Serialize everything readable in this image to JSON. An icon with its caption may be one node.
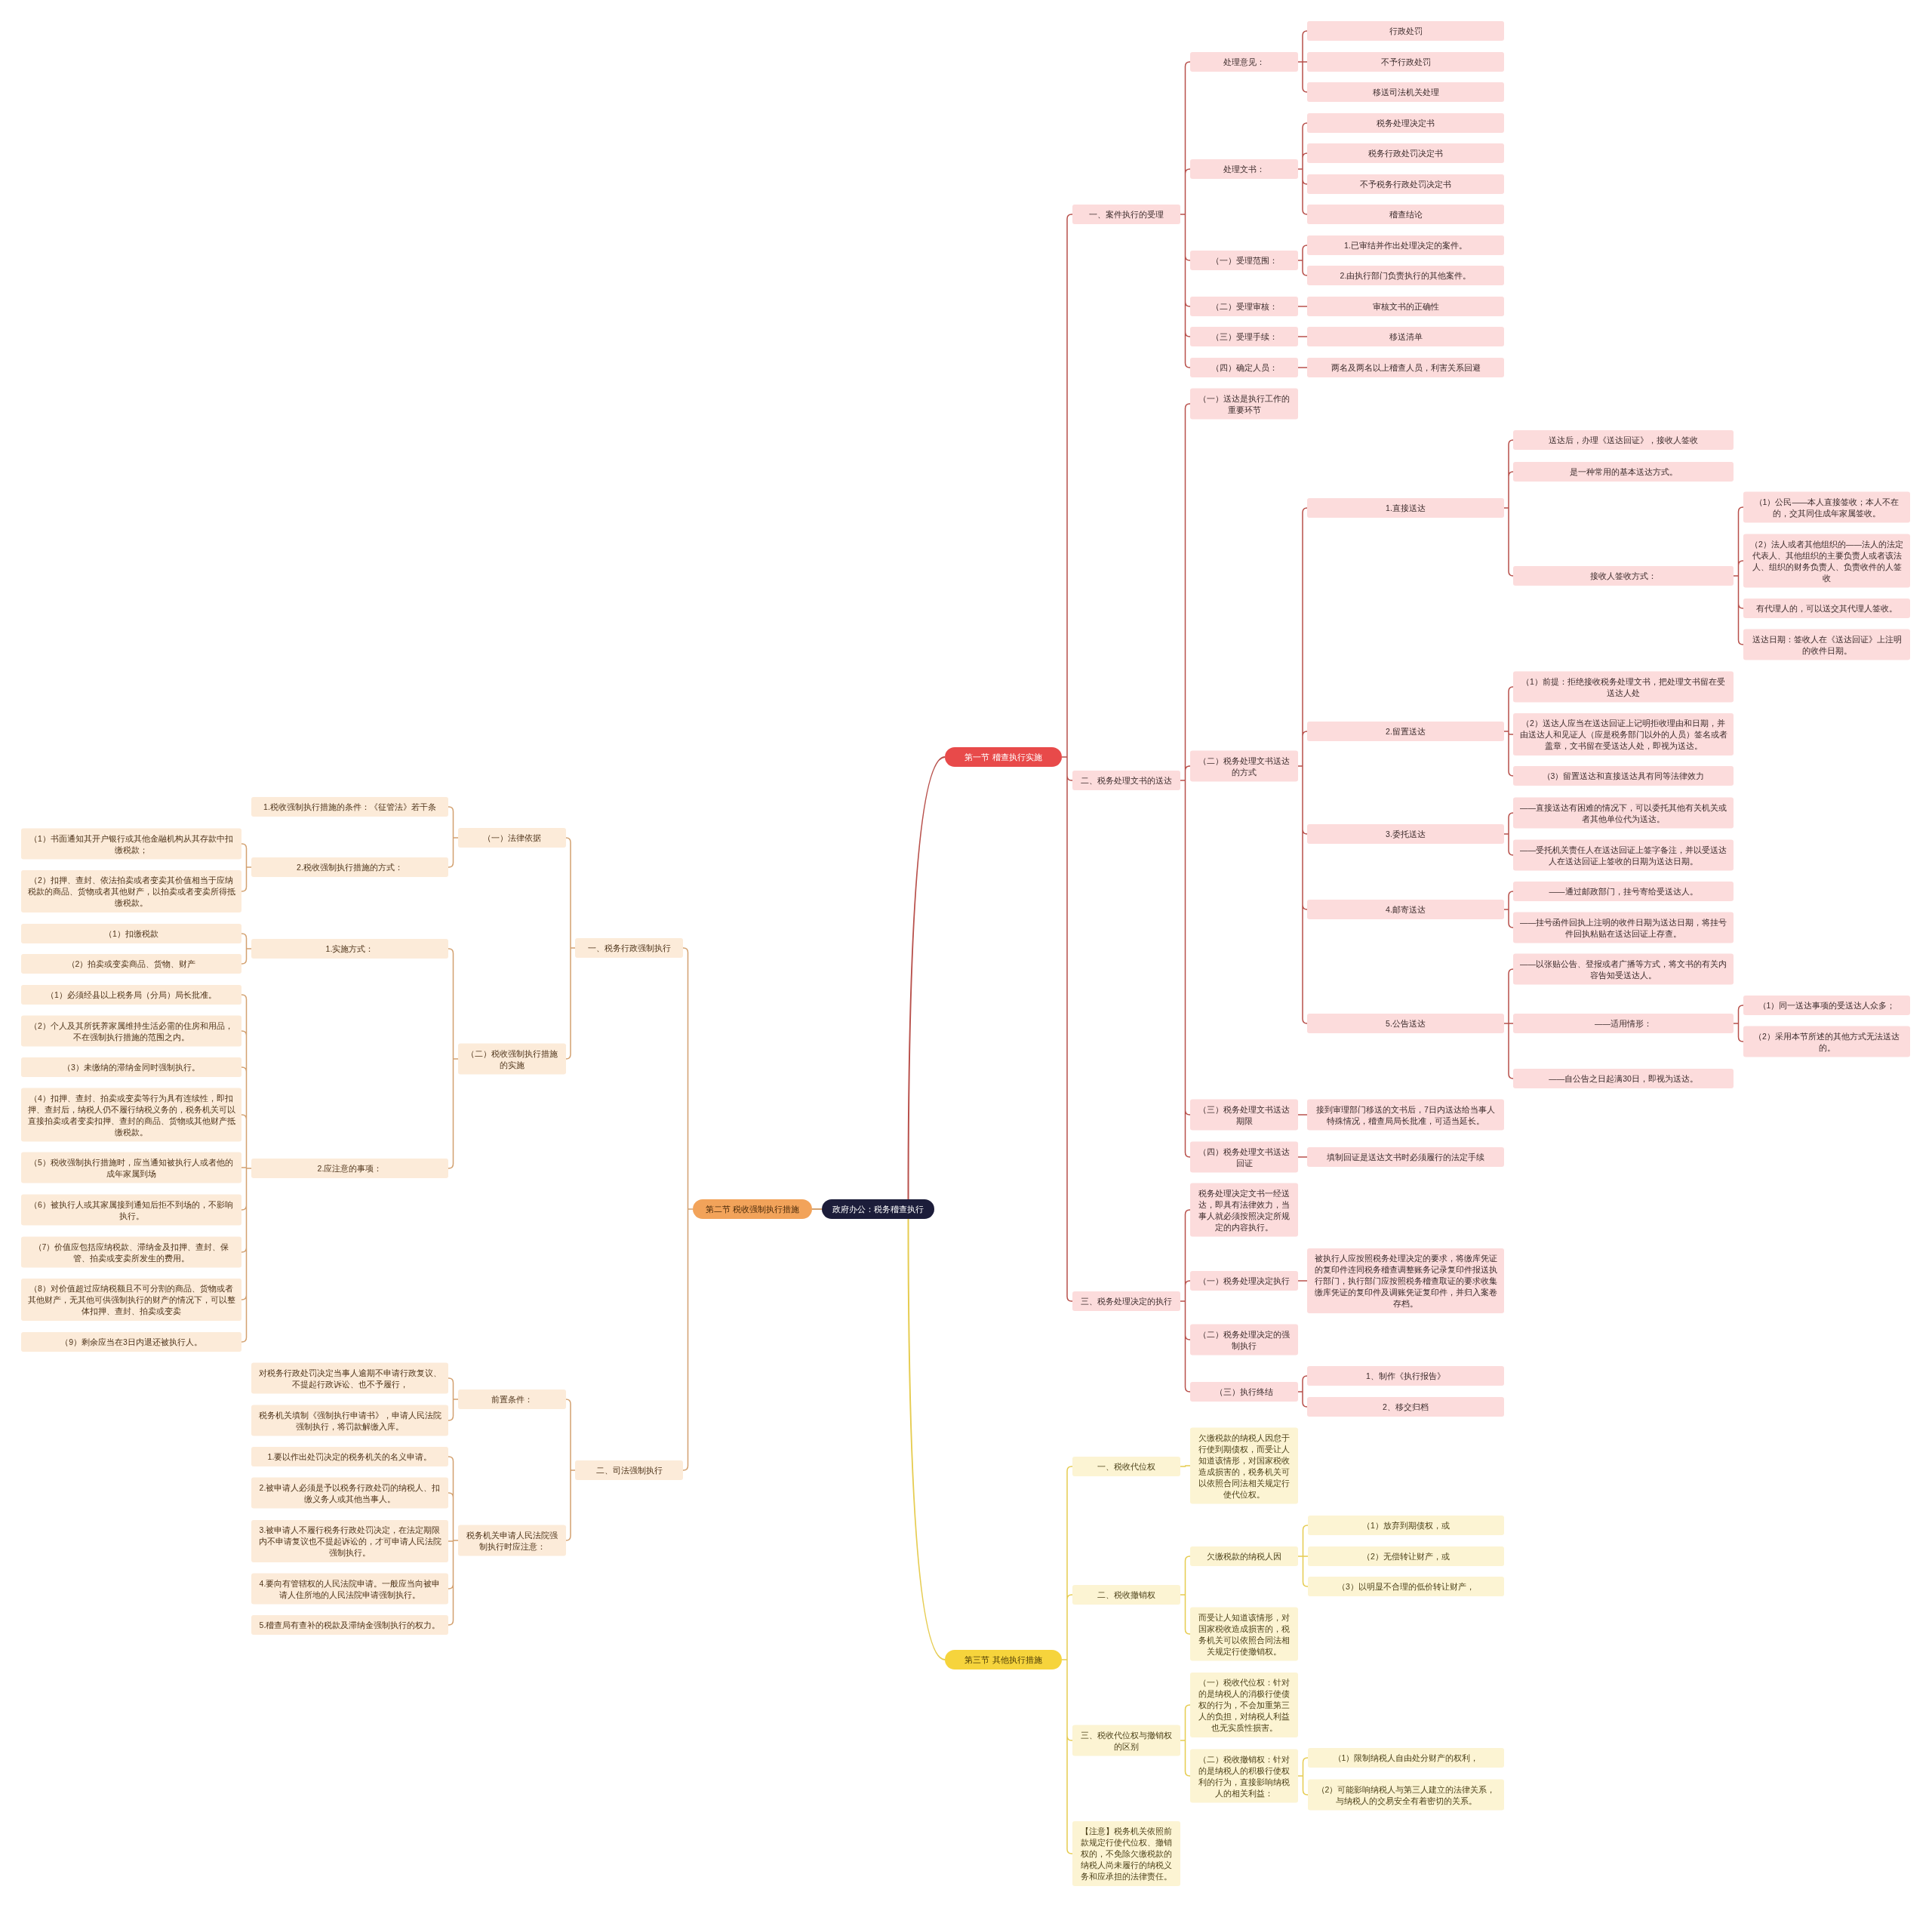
{
  "diagram": {
    "nodes": [
      {
        "text": [
          "政府办公：税务稽查执行"
        ]
      },
      {
        "text": [
          "第一节 稽查执行实施"
        ]
      },
      {
        "text": [
          "一、案件执行的受理"
        ]
      },
      {
        "text": [
          "处理意见："
        ]
      },
      {
        "text": [
          "行政处罚"
        ]
      },
      {
        "text": [
          "不予行政处罚"
        ]
      },
      {
        "text": [
          "移送司法机关处理"
        ]
      },
      {
        "text": [
          "处理文书："
        ]
      },
      {
        "text": [
          "税务处理决定书"
        ]
      },
      {
        "text": [
          "税务行政处罚决定书"
        ]
      },
      {
        "text": [
          "不予税务行政处罚决定书"
        ]
      },
      {
        "text": [
          "稽查结论"
        ]
      },
      {
        "text": [
          "（一）受理范围："
        ]
      },
      {
        "text": [
          "1.已审结并作出处理决定的案件。"
        ]
      },
      {
        "text": [
          "2.由执行部门负责执行的其他案件。"
        ]
      },
      {
        "text": [
          "（二）受理审核："
        ]
      },
      {
        "text": [
          "审核文书的正确性"
        ]
      },
      {
        "text": [
          "（三）受理手续："
        ]
      },
      {
        "text": [
          "移送清单"
        ]
      },
      {
        "text": [
          "（四）确定人员："
        ]
      },
      {
        "text": [
          "两名及两名以上稽查人员，利害关系回避"
        ]
      },
      {
        "text": [
          "二、税务处理文书的送达"
        ]
      },
      {
        "text": [
          "（一）送达是执行工作的重要环节"
        ]
      },
      {
        "text": [
          "（二）税务处理文书送达的方式"
        ]
      },
      {
        "text": [
          "1.直接送达"
        ]
      },
      {
        "text": [
          "送达后，办理《送达回证》，接收人签收"
        ]
      },
      {
        "text": [
          "是一种常用的基本送达方式。"
        ]
      },
      {
        "text": [
          "接收人签收方式："
        ]
      },
      {
        "text": [
          "（1）公民——本人直接签收；本人不在的，交其同住成年家属签收。"
        ]
      },
      {
        "text": [
          "（2）法人或者其他组织的——法人的法定代表人、其他组织的主要负责人或者该法人、组织的财务负责人、负责收件的人签收"
        ]
      },
      {
        "text": [
          "有代理人的，可以送交其代理人签收。"
        ]
      },
      {
        "text": [
          "送达日期：签收人在《送达回证》上注明的收件日期。"
        ]
      },
      {
        "text": [
          "2.留置送达"
        ]
      },
      {
        "text": [
          "（1）前提：拒绝接收税务处理文书，把处理文书留在受送达人处"
        ]
      },
      {
        "text": [
          "（2）送达人应当在送达回证上记明拒收理由和日期，并由送达人和见证人（应是税务部门以外的人员）签名或者盖章，文书留在受送达人处，即视为送达。"
        ]
      },
      {
        "text": [
          "（3）留置送达和直接送达具有同等法律效力"
        ]
      },
      {
        "text": [
          "3.委托送达"
        ]
      },
      {
        "text": [
          "——直接送达有困难的情况下，可以委托其他有关机关或者其他单位代为送达。"
        ]
      },
      {
        "text": [
          "——受托机关责任人在送达回证上签字备注，并以受送达人在送达回证上签收的日期为送达日期。"
        ]
      },
      {
        "text": [
          "4.邮寄送达"
        ]
      },
      {
        "text": [
          "——通过邮政部门，挂号寄给受送达人。"
        ]
      },
      {
        "text": [
          "——挂号函件回执上注明的收件日期为送达日期，将挂号件回执粘贴在送达回证上存查。"
        ]
      },
      {
        "text": [
          "5.公告送达"
        ]
      },
      {
        "text": [
          "——以张贴公告、登报或者广播等方式，将文书的有关内容告知受送达人。"
        ]
      },
      {
        "text": [
          "——适用情形："
        ]
      },
      {
        "text": [
          "（1）同一送达事项的受送达人众多；"
        ]
      },
      {
        "text": [
          "（2）采用本节所述的其他方式无法送达的。"
        ]
      },
      {
        "text": [
          "——自公告之日起满30日，即视为送达。"
        ]
      },
      {
        "text": [
          "（三）税务处理文书送达期限"
        ]
      },
      {
        "text": [
          "接到审理部门移送的文书后，7日内送达给当事人特殊情况，稽查局局长批准，可适当延长。"
        ]
      },
      {
        "text": [
          "（四）税务处理文书送达回证"
        ]
      },
      {
        "text": [
          "填制回证是送达文书时必须履行的法定手续"
        ]
      },
      {
        "text": [
          "三、税务处理决定的执行"
        ]
      },
      {
        "text": [
          "税务处理决定文书一经送达，即具有法律效力，当事人就必须按照决定所规定的内容执行。"
        ]
      },
      {
        "text": [
          "（一）税务处理决定执行"
        ]
      },
      {
        "text": [
          "被执行人应按照税务处理决定的要求，将缴库凭证的复印件连同税务稽查调整账务记录复印件报送执行部门，执行部门应按照税务稽查取证的要求收集缴库凭证的复印件及调账凭证复印件，并归入案卷存档。"
        ]
      },
      {
        "text": [
          "（二）税务处理决定的强制执行"
        ]
      },
      {
        "text": [
          "（三）执行终结"
        ]
      },
      {
        "text": [
          "1、制作《执行报告》"
        ]
      },
      {
        "text": [
          "2、移交归档"
        ]
      },
      {
        "text": [
          "第二节 税收强制执行措施"
        ]
      },
      {
        "text": [
          "一、税务行政强制执行"
        ]
      },
      {
        "text": [
          "（一）法律依据"
        ]
      },
      {
        "text": [
          "1.税收强制执行措施的条件：《征管法》若干条"
        ]
      },
      {
        "text": [
          "2.税收强制执行措施的方式："
        ]
      },
      {
        "text": [
          "（1）书面通知其开户银行或其他金融机构从其存款中扣缴税款；"
        ]
      },
      {
        "text": [
          "（2）扣押、查封、依法拍卖或者变卖其价值相当于应纳税款的商品、货物或者其他财产，以拍卖或者变卖所得抵缴税款。"
        ]
      },
      {
        "text": [
          "（二）税收强制执行措施的实施"
        ]
      },
      {
        "text": [
          "1.实施方式："
        ]
      },
      {
        "text": [
          "（1）扣缴税款"
        ]
      },
      {
        "text": [
          "（2）拍卖或变卖商品、货物、财产"
        ]
      },
      {
        "text": [
          "2.应注意的事项："
        ]
      },
      {
        "text": [
          "（1）必须经县以上税务局（分局）局长批准。"
        ]
      },
      {
        "text": [
          "（2）个人及其所抚养家属维持生活必需的住房和用品，不在强制执行措施的范围之内。"
        ]
      },
      {
        "text": [
          "（3）未缴纳的滞纳金同时强制执行。"
        ]
      },
      {
        "text": [
          "（4）扣押、查封、拍卖或变卖等行为具有连续性，即扣押、查封后，纳税人仍不履行纳税义务的，税务机关可以直接拍卖或者变卖扣押、查封的商品、货物或其他财产抵缴税款。"
        ]
      },
      {
        "text": [
          "（5）税收强制执行措施时，应当通知被执行人或者他的成年家属到场"
        ]
      },
      {
        "text": [
          "（6）被执行人或其家属接到通知后拒不到场的，不影响执行。"
        ]
      },
      {
        "text": [
          "（7）价值应包括应纳税款、滞纳金及扣押、查封、保管、拍卖或变卖所发生的费用。"
        ]
      },
      {
        "text": [
          "（8）对价值超过应纳税额且不可分割的商品、货物或者其他财产，无其他可供强制执行的财产的情况下，可以整体扣押、查封、拍卖或变卖"
        ]
      },
      {
        "text": [
          "（9）剩余应当在3日内退还被执行人。"
        ]
      },
      {
        "text": [
          "二、司法强制执行"
        ]
      },
      {
        "text": [
          "前置条件："
        ]
      },
      {
        "text": [
          "对税务行政处罚决定当事人逾期不申请行政复议、不提起行政诉讼、也不予履行，"
        ]
      },
      {
        "text": [
          "税务机关填制《强制执行申请书》，申请人民法院强制执行，将罚款解缴入库。"
        ]
      },
      {
        "text": [
          "税务机关申请人民法院强制执行时应注意："
        ]
      },
      {
        "text": [
          "1.要以作出处罚决定的税务机关的名义申请。"
        ]
      },
      {
        "text": [
          "2.被申请人必须是予以税务行政处罚的纳税人、扣缴义务人或其他当事人。"
        ]
      },
      {
        "text": [
          "3.被申请人不履行税务行政处罚决定，在法定期限内不申请复议也不提起诉讼的，才可申请人民法院强制执行。"
        ]
      },
      {
        "text": [
          "4.要向有管辖权的人民法院申请。一般应当向被申请人住所地的人民法院申请强制执行。"
        ]
      },
      {
        "text": [
          "5.稽查局有查补的税款及滞纳金强制执行的权力。"
        ]
      },
      {
        "text": [
          "第三节 其他执行措施"
        ]
      },
      {
        "text": [
          "一、税收代位权"
        ]
      },
      {
        "text": [
          "欠缴税款的纳税人因怠于行使到期债权，而受让人知道该情形，对国家税收造成损害的，税务机关可以依照合同法相关规定行使代位权。"
        ]
      },
      {
        "text": [
          "二、税收撤销权"
        ]
      },
      {
        "text": [
          "欠缴税款的纳税人因"
        ]
      },
      {
        "text": [
          "（1）放弃到期债权，或"
        ]
      },
      {
        "text": [
          "（2）无偿转让财产，或"
        ]
      },
      {
        "text": [
          "（3）以明显不合理的低价转让财产，"
        ]
      },
      {
        "text": [
          "而受让人知道该情形，对国家税收造成损害的，税务机关可以依照合同法相关规定行使撤销权。"
        ]
      },
      {
        "text": [
          "三、税收代位权与撤销权的区别"
        ]
      },
      {
        "text": [
          "（一）税收代位权：针对的是纳税人的消极行使债权的行为，不会加重第三人的负担，对纳税人利益也无实质性损害。"
        ]
      },
      {
        "text": [
          "（二）税收撤销权：针对的是纳税人的积极行使权利的行为，直接影响纳税人的相关利益："
        ]
      },
      {
        "text": [
          "（1）限制纳税人自由处分财产的权利，"
        ]
      },
      {
        "text": [
          "（2）可能影响纳税人与第三人建立的法律关系，与纳税人的交易安全有着密切的关系。"
        ]
      },
      {
        "text": [
          "【注意】税务机关依照前款规定行使代位权、撤销权的，不免除欠缴税款的纳税人尚未履行的纳税义务和应承担的法律责任。"
        ]
      }
    ],
    "edges": [
      {
        "from": 0,
        "to": 1,
        "arrow": "none"
      },
      {
        "from": 1,
        "to": 2,
        "arrow": "none"
      },
      {
        "from": 2,
        "to": 3,
        "arrow": "none"
      },
      {
        "from": 3,
        "to": 4,
        "arrow": "none"
      },
      {
        "from": 3,
        "to": 5,
        "arrow": "none"
      },
      {
        "from": 3,
        "to": 6,
        "arrow": "none"
      },
      {
        "from": 2,
        "to": 7,
        "arrow": "none"
      },
      {
        "from": 7,
        "to": 8,
        "arrow": "none"
      },
      {
        "from": 7,
        "to": 9,
        "arrow": "none"
      },
      {
        "from": 7,
        "to": 10,
        "arrow": "none"
      },
      {
        "from": 7,
        "to": 11,
        "arrow": "none"
      },
      {
        "from": 2,
        "to": 12,
        "arrow": "none"
      },
      {
        "from": 12,
        "to": 13,
        "arrow": "none"
      },
      {
        "from": 12,
        "to": 14,
        "arrow": "none"
      },
      {
        "from": 2,
        "to": 15,
        "arrow": "none"
      },
      {
        "from": 15,
        "to": 16,
        "arrow": "none"
      },
      {
        "from": 2,
        "to": 17,
        "arrow": "none"
      },
      {
        "from": 17,
        "to": 18,
        "arrow": "none"
      },
      {
        "from": 2,
        "to": 19,
        "arrow": "none"
      },
      {
        "from": 19,
        "to": 20,
        "arrow": "none"
      },
      {
        "from": 1,
        "to": 21,
        "arrow": "none"
      },
      {
        "from": 21,
        "to": 22,
        "arrow": "none"
      },
      {
        "from": 21,
        "to": 23,
        "arrow": "none"
      },
      {
        "from": 23,
        "to": 24,
        "arrow": "none"
      },
      {
        "from": 24,
        "to": 25,
        "arrow": "none"
      },
      {
        "from": 24,
        "to": 26,
        "arrow": "none"
      },
      {
        "from": 24,
        "to": 27,
        "arrow": "none"
      },
      {
        "from": 27,
        "to": 28,
        "arrow": "none"
      },
      {
        "from": 27,
        "to": 29,
        "arrow": "none"
      },
      {
        "from": 27,
        "to": 30,
        "arrow": "none"
      },
      {
        "from": 27,
        "to": 31,
        "arrow": "none"
      },
      {
        "from": 23,
        "to": 32,
        "arrow": "none"
      },
      {
        "from": 32,
        "to": 33,
        "arrow": "none"
      },
      {
        "from": 32,
        "to": 34,
        "arrow": "none"
      },
      {
        "from": 32,
        "to": 35,
        "arrow": "none"
      },
      {
        "from": 23,
        "to": 36,
        "arrow": "none"
      },
      {
        "from": 36,
        "to": 37,
        "arrow": "none"
      },
      {
        "from": 36,
        "to": 38,
        "arrow": "none"
      },
      {
        "from": 23,
        "to": 39,
        "arrow": "none"
      },
      {
        "from": 39,
        "to": 40,
        "arrow": "none"
      },
      {
        "from": 39,
        "to": 41,
        "arrow": "none"
      },
      {
        "from": 23,
        "to": 42,
        "arrow": "none"
      },
      {
        "from": 42,
        "to": 43,
        "arrow": "none"
      },
      {
        "from": 42,
        "to": 44,
        "arrow": "none"
      },
      {
        "from": 44,
        "to": 45,
        "arrow": "none"
      },
      {
        "from": 44,
        "to": 46,
        "arrow": "none"
      },
      {
        "from": 42,
        "to": 47,
        "arrow": "none"
      },
      {
        "from": 21,
        "to": 48,
        "arrow": "none"
      },
      {
        "from": 48,
        "to": 49,
        "arrow": "none"
      },
      {
        "from": 21,
        "to": 50,
        "arrow": "none"
      },
      {
        "from": 50,
        "to": 51,
        "arrow": "none"
      },
      {
        "from": 1,
        "to": 52,
        "arrow": "none"
      },
      {
        "from": 52,
        "to": 53,
        "arrow": "none"
      },
      {
        "from": 52,
        "to": 54,
        "arrow": "none"
      },
      {
        "from": 54,
        "to": 55,
        "arrow": "none"
      },
      {
        "from": 52,
        "to": 56,
        "arrow": "none"
      },
      {
        "from": 52,
        "to": 57,
        "arrow": "none"
      },
      {
        "from": 57,
        "to": 58,
        "arrow": "none"
      },
      {
        "from": 57,
        "to": 59,
        "arrow": "none"
      },
      {
        "from": 0,
        "to": 60,
        "arrow": "none",
        "color": "#d3a170"
      },
      {
        "from": 60,
        "to": 61,
        "arrow": "none",
        "color": "#d3a170"
      },
      {
        "from": 61,
        "to": 62,
        "arrow": "none",
        "color": "#d3a170"
      },
      {
        "from": 62,
        "to": 63,
        "arrow": "none",
        "color": "#d3a170"
      },
      {
        "from": 62,
        "to": 64,
        "arrow": "none",
        "color": "#d3a170"
      },
      {
        "from": 64,
        "to": 65,
        "arrow": "none",
        "color": "#d3a170"
      },
      {
        "from": 64,
        "to": 66,
        "arrow": "none",
        "color": "#d3a170"
      },
      {
        "from": 61,
        "to": 67,
        "arrow": "none",
        "color": "#d3a170"
      },
      {
        "from": 67,
        "to": 68,
        "arrow": "none",
        "color": "#d3a170"
      },
      {
        "from": 68,
        "to": 69,
        "arrow": "none",
        "color": "#d3a170"
      },
      {
        "from": 68,
        "to": 70,
        "arrow": "none",
        "color": "#d3a170"
      },
      {
        "from": 67,
        "to": 71,
        "arrow": "none",
        "color": "#d3a170"
      },
      {
        "from": 71,
        "to": 72,
        "arrow": "none",
        "color": "#d3a170"
      },
      {
        "from": 71,
        "to": 73,
        "arrow": "none",
        "color": "#d3a170"
      },
      {
        "from": 71,
        "to": 74,
        "arrow": "none",
        "color": "#d3a170"
      },
      {
        "from": 71,
        "to": 75,
        "arrow": "none",
        "color": "#d3a170"
      },
      {
        "from": 71,
        "to": 76,
        "arrow": "none",
        "color": "#d3a170"
      },
      {
        "from": 71,
        "to": 77,
        "arrow": "none",
        "color": "#d3a170"
      },
      {
        "from": 71,
        "to": 78,
        "arrow": "none",
        "color": "#d3a170"
      },
      {
        "from": 71,
        "to": 79,
        "arrow": "none",
        "color": "#d3a170"
      },
      {
        "from": 71,
        "to": 80,
        "arrow": "none",
        "color": "#d3a170"
      },
      {
        "from": 60,
        "to": 81,
        "arrow": "none",
        "color": "#d3a170"
      },
      {
        "from": 81,
        "to": 82,
        "arrow": "none",
        "color": "#d3a170"
      },
      {
        "from": 82,
        "to": 83,
        "arrow": "none",
        "color": "#d3a170"
      },
      {
        "from": 82,
        "to": 84,
        "arrow": "none",
        "color": "#d3a170"
      },
      {
        "from": 81,
        "to": 85,
        "arrow": "none",
        "color": "#d3a170"
      },
      {
        "from": 85,
        "to": 86,
        "arrow": "none",
        "color": "#d3a170"
      },
      {
        "from": 85,
        "to": 87,
        "arrow": "none",
        "color": "#d3a170"
      },
      {
        "from": 85,
        "to": 88,
        "arrow": "none",
        "color": "#d3a170"
      },
      {
        "from": 85,
        "to": 89,
        "arrow": "none",
        "color": "#d3a170"
      },
      {
        "from": 85,
        "to": 90,
        "arrow": "none",
        "color": "#d3a170"
      },
      {
        "from": 0,
        "to": 91,
        "arrow": "none",
        "color": "#e6cc50"
      },
      {
        "from": 91,
        "to": 92,
        "arrow": "none",
        "color": "#e6cc50"
      },
      {
        "from": 92,
        "to": 93,
        "arrow": "none",
        "color": "#e6cc50"
      },
      {
        "from": 91,
        "to": 94,
        "arrow": "none",
        "color": "#e6cc50"
      },
      {
        "from": 94,
        "to": 95,
        "arrow": "none",
        "color": "#e6cc50"
      },
      {
        "from": 95,
        "to": 96,
        "arrow": "none",
        "color": "#e6cc50"
      },
      {
        "from": 95,
        "to": 97,
        "arrow": "none",
        "color": "#e6cc50"
      },
      {
        "from": 95,
        "to": 98,
        "arrow": "none",
        "color": "#e6cc50"
      },
      {
        "from": 94,
        "to": 99,
        "arrow": "none",
        "color": "#e6cc50"
      },
      {
        "from": 91,
        "to": 100,
        "arrow": "none",
        "color": "#e6cc50"
      },
      {
        "from": 100,
        "to": 101,
        "arrow": "none",
        "color": "#e6cc50"
      },
      {
        "from": 100,
        "to": 102,
        "arrow": "none",
        "color": "#e6cc50"
      },
      {
        "from": 102,
        "to": 103,
        "arrow": "none",
        "color": "#e6cc50"
      },
      {
        "from": 102,
        "to": 104,
        "arrow": "none",
        "color": "#e6cc50"
      },
      {
        "from": 91,
        "to": 105,
        "arrow": "none",
        "color": "#e6cc50"
      }
    ]
  }
}
